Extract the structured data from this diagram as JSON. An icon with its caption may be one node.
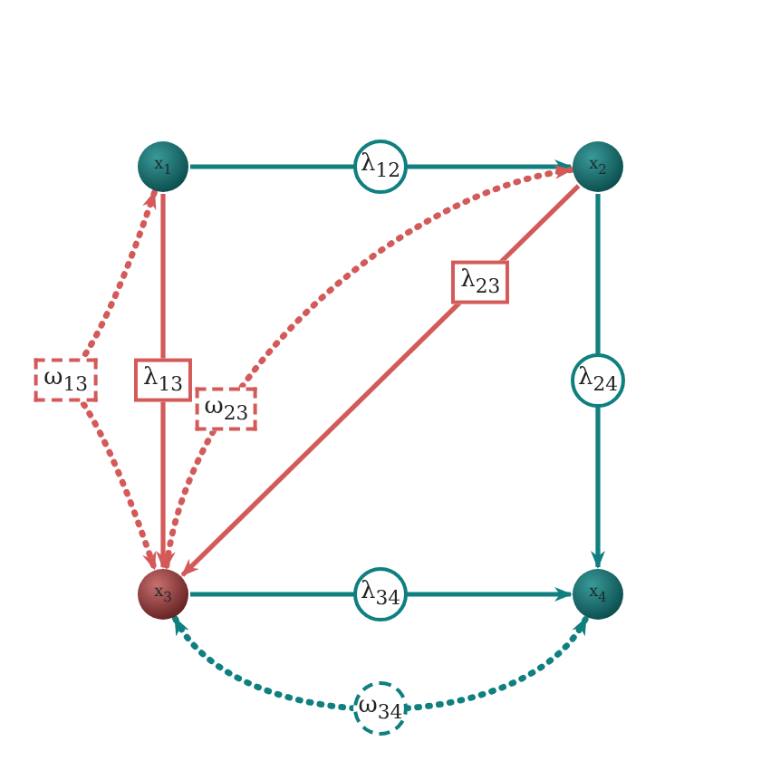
{
  "diagram": {
    "nodes": [
      {
        "text": [
          "x$_{1}$"
        ]
      },
      {
        "text": [
          "x$_{2}$"
        ]
      },
      {
        "text": [
          "x$_{3}$"
        ]
      },
      {
        "text": [
          "x$_{4}$"
        ]
      }
    ],
    "edges": [
      {
        "from": 0,
        "to": 1,
        "arrow": "to",
        "label": "λ$_{12}$"
      },
      {
        "from": 0,
        "to": 2,
        "arrow": "to",
        "label": "λ$_{13}$",
        "color": "#d45a5a"
      },
      {
        "from": 1,
        "to": 2,
        "arrow": "to",
        "label": "λ$_{23}$",
        "color": "#d45a5a"
      },
      {
        "from": 1,
        "to": 3,
        "arrow": "to",
        "label": "λ$_{24}$"
      },
      {
        "from": 2,
        "to": 3,
        "arrow": "to",
        "label": "λ$_{34}$"
      },
      {
        "from": 0,
        "to": 2,
        "arrow": "both",
        "label": "ω$_{13}$",
        "style": "dashed",
        "color": "#d45a5a"
      },
      {
        "from": 1,
        "to": 2,
        "arrow": "both",
        "label": "ω$_{23}$",
        "style": "dashed",
        "color": "#d45a5a"
      },
      {
        "from": 2,
        "to": 3,
        "arrow": "both",
        "label": "ω$_{34}$",
        "style": "dashed"
      }
    ]
  }
}
